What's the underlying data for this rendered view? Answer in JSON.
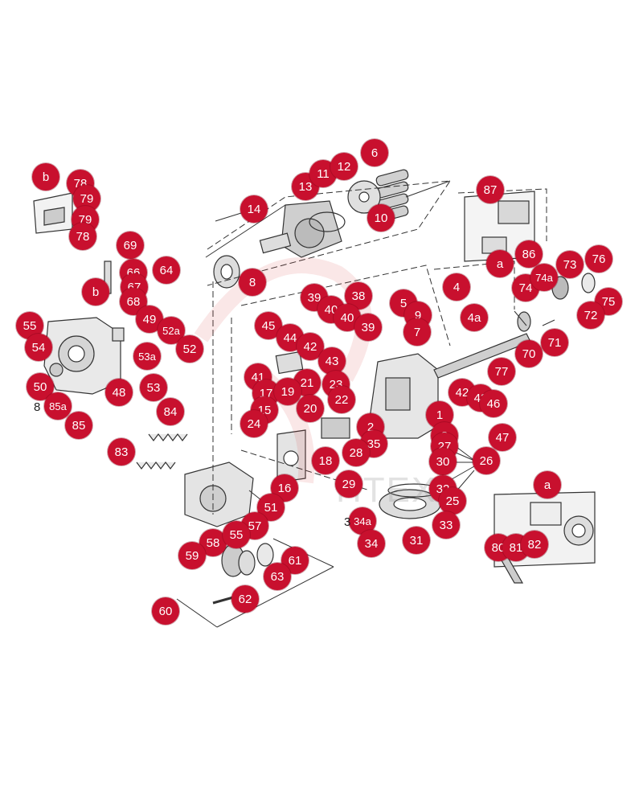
{
  "watermark": "HTEX",
  "callouts": [
    {
      "id": "b1",
      "label": "b"
    },
    {
      "id": "78a",
      "label": "78"
    },
    {
      "id": "79",
      "label": "79"
    },
    {
      "id": "79b",
      "label": "79"
    },
    {
      "id": "78b",
      "label": "78"
    },
    {
      "id": "69",
      "label": "69"
    },
    {
      "id": "66",
      "label": "66"
    },
    {
      "id": "64",
      "label": "64"
    },
    {
      "id": "67",
      "label": "67"
    },
    {
      "id": "b2",
      "label": "b"
    },
    {
      "id": "68",
      "label": "68"
    },
    {
      "id": "55a",
      "label": "55"
    },
    {
      "id": "49",
      "label": "49"
    },
    {
      "id": "52a",
      "label": "52a"
    },
    {
      "id": "54",
      "label": "54"
    },
    {
      "id": "52",
      "label": "52"
    },
    {
      "id": "53a",
      "label": "53a"
    },
    {
      "id": "50",
      "label": "50"
    },
    {
      "id": "48",
      "label": "48"
    },
    {
      "id": "53",
      "label": "53"
    },
    {
      "id": "85a",
      "label": "85a"
    },
    {
      "id": "85",
      "label": "85"
    },
    {
      "id": "14",
      "label": "14"
    },
    {
      "id": "13",
      "label": "13"
    },
    {
      "id": "11",
      "label": "11"
    },
    {
      "id": "12",
      "label": "12"
    },
    {
      "id": "6",
      "label": "6"
    },
    {
      "id": "10",
      "label": "10"
    },
    {
      "id": "8",
      "label": "8"
    },
    {
      "id": "39a",
      "label": "39"
    },
    {
      "id": "38",
      "label": "38"
    },
    {
      "id": "40a",
      "label": "40"
    },
    {
      "id": "40b",
      "label": "40"
    },
    {
      "id": "39b",
      "label": "39"
    },
    {
      "id": "45",
      "label": "45"
    },
    {
      "id": "44",
      "label": "44"
    },
    {
      "id": "42",
      "label": "42"
    },
    {
      "id": "43",
      "label": "43"
    },
    {
      "id": "5",
      "label": "5"
    },
    {
      "id": "9",
      "label": "9"
    },
    {
      "id": "7",
      "label": "7"
    },
    {
      "id": "41",
      "label": "41"
    },
    {
      "id": "21",
      "label": "21"
    },
    {
      "id": "23",
      "label": "23"
    },
    {
      "id": "17",
      "label": "17"
    },
    {
      "id": "19",
      "label": "19"
    },
    {
      "id": "22",
      "label": "22"
    },
    {
      "id": "15",
      "label": "15"
    },
    {
      "id": "20",
      "label": "20"
    },
    {
      "id": "24",
      "label": "24"
    },
    {
      "id": "2",
      "label": "2"
    },
    {
      "id": "35",
      "label": "35"
    },
    {
      "id": "28",
      "label": "28"
    },
    {
      "id": "18",
      "label": "18"
    },
    {
      "id": "29",
      "label": "29"
    },
    {
      "id": "87",
      "label": "87"
    },
    {
      "id": "a1",
      "label": "a"
    },
    {
      "id": "86",
      "label": "86"
    },
    {
      "id": "73",
      "label": "73"
    },
    {
      "id": "76",
      "label": "76"
    },
    {
      "id": "74",
      "label": "74"
    },
    {
      "id": "74a",
      "label": "74a"
    },
    {
      "id": "75",
      "label": "75"
    },
    {
      "id": "72",
      "label": "72"
    },
    {
      "id": "4",
      "label": "4"
    },
    {
      "id": "4a",
      "label": "4a"
    },
    {
      "id": "70",
      "label": "70"
    },
    {
      "id": "71",
      "label": "71"
    },
    {
      "id": "77",
      "label": "77"
    },
    {
      "id": "42b",
      "label": "42"
    },
    {
      "id": "43b",
      "label": "43"
    },
    {
      "id": "46",
      "label": "46"
    },
    {
      "id": "1",
      "label": "1"
    },
    {
      "id": "47",
      "label": "47"
    },
    {
      "id": "3",
      "label": "3"
    },
    {
      "id": "27",
      "label": "27"
    },
    {
      "id": "30",
      "label": "30"
    },
    {
      "id": "26",
      "label": "26"
    },
    {
      "id": "32",
      "label": "32"
    },
    {
      "id": "25",
      "label": "25"
    },
    {
      "id": "33",
      "label": "33"
    },
    {
      "id": "34a",
      "label": "34a"
    },
    {
      "id": "34",
      "label": "34"
    },
    {
      "id": "31",
      "label": "31"
    },
    {
      "id": "84",
      "label": "84"
    },
    {
      "id": "83",
      "label": "83"
    },
    {
      "id": "16",
      "label": "16"
    },
    {
      "id": "51",
      "label": "51"
    },
    {
      "id": "57",
      "label": "57"
    },
    {
      "id": "58",
      "label": "58"
    },
    {
      "id": "55b",
      "label": "55"
    },
    {
      "id": "59",
      "label": "59"
    },
    {
      "id": "61",
      "label": "61"
    },
    {
      "id": "63",
      "label": "63"
    },
    {
      "id": "62",
      "label": "62"
    },
    {
      "id": "60",
      "label": "60"
    },
    {
      "id": "a2",
      "label": "a"
    },
    {
      "id": "80",
      "label": "80"
    },
    {
      "id": "81",
      "label": "81"
    },
    {
      "id": "82",
      "label": "82"
    }
  ],
  "plain_labels": [
    {
      "id": "p8",
      "label": "8"
    },
    {
      "id": "p3",
      "label": "3"
    }
  ]
}
